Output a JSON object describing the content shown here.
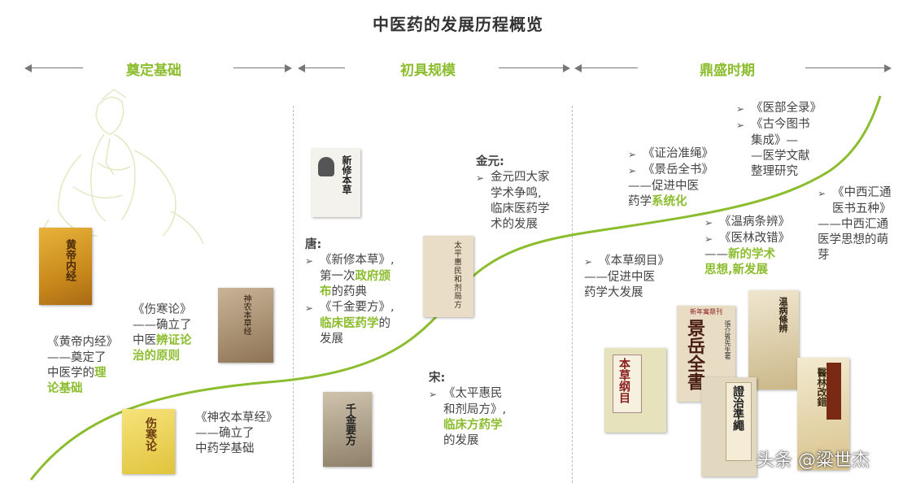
{
  "title": "中医药的发展历程概览",
  "eras": [
    {
      "label": "奠定基础"
    },
    {
      "label": "初具规模"
    },
    {
      "label": "鼎盛时期"
    }
  ],
  "texts": {
    "huangdi": {
      "line1": "《黄帝内经》",
      "line2": "——奠定了",
      "line3a": "中医学的",
      "line3b": "理",
      "line4": "论基础"
    },
    "shanghan": {
      "line1": "《伤寒论》",
      "line2": "——确立了",
      "line3a": "中医",
      "line3b": "辨证论",
      "line4": "治的原则"
    },
    "shennong": {
      "line1": "《神农本草经》",
      "line2": "——确立了",
      "line3": "中药学基础"
    },
    "tang": {
      "heading": "唐:",
      "b1l1": "《新修本草》,",
      "b1l2": "第一次",
      "b1l2g": "政府颁",
      "b1l3g": "布",
      "b1l3": "的药典",
      "b2l1": "《千金要方》,",
      "b2l2g": "临床医药学",
      "b2l2": "的",
      "b2l3": "发展"
    },
    "song": {
      "heading": "宋:",
      "b1l1": "《太平惠民",
      "b1l2": "和剂局方》,",
      "b1l3g": "临床方药学",
      "b1l4": "的发展"
    },
    "jinyuan": {
      "heading": "金元:",
      "b1l1": "金元四大家",
      "b1l2": "学术争鸣,",
      "b1l3": "临床医药学",
      "b1l4": "术的发展"
    },
    "bencao": {
      "b1l1": "《本草纲目》",
      "l2": "——促进中医",
      "l3": "药学大发展"
    },
    "zhengzhi": {
      "b1": "《证治准绳》",
      "b2": "《景岳全书》",
      "l3": "——促进中医",
      "l4a": "药学",
      "l4g": "系统化"
    },
    "wenbing": {
      "b1": "《温病条辨》",
      "b2": "《医林改错》",
      "l3a": "——",
      "l3g": "新的学术",
      "l4g": "思想,新发展"
    },
    "yibu": {
      "b1": "《医部全录》",
      "b2l1": "《古今图书",
      "b2l2": "集成》—",
      "l3": "—医学文献",
      "l4": "整理研究"
    },
    "zhongxi": {
      "b1l1": "《中西汇通",
      "b1l2": "医书五种》",
      "l2": "——中西汇通",
      "l3": "医学思想的萌",
      "l4": "芽"
    }
  },
  "books": {
    "huangdi": "黄帝内经",
    "shennong": "神农本草经",
    "shanghan": "伤寒论",
    "xinxiu": "新修本草",
    "taiping": "太平惠民和剂局方",
    "qianjin": "千金要方",
    "bencao": "本草纲目",
    "jingyue": "景岳全書",
    "jingyue_top": "新年寓鼎刊",
    "jingyue_side": "張介賓先生著",
    "wenbing": "温病條辨",
    "zhengzhi": "證治準繩",
    "yilin": "醫林改錯"
  },
  "watermark": "头条 @粱世杰",
  "colors": {
    "accent": "#8bbd2e",
    "line": "#8bbd2e"
  }
}
